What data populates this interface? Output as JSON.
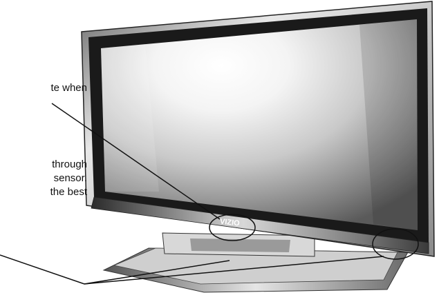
{
  "callouts": {
    "line1": "te when",
    "line2": "through",
    "line3": "sensor.",
    "line4": "the best"
  },
  "tv": {
    "brand_logo": "VIZIO"
  },
  "colors": {
    "bezel": "#1a1a1a",
    "frame": "#cfcfcf",
    "screen_light": "#ffffff",
    "screen_dark": "#5a5a5a",
    "line": "#111111"
  }
}
